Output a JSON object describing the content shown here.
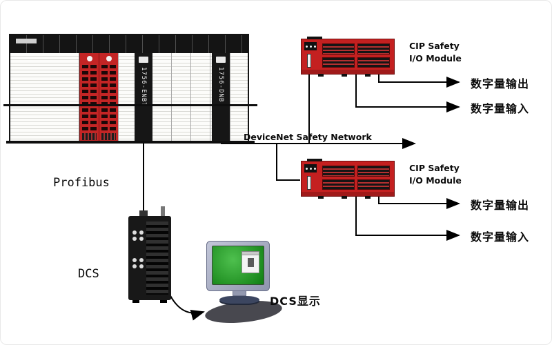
{
  "plc": {
    "enbt_module_label": "1756-ENBT",
    "dnb_module_label": "1756-DNB"
  },
  "network": {
    "devicenet_label": "DeviceNet Safety Network",
    "profibus_label": "Profibus"
  },
  "cip_modules": [
    {
      "title_line1": "CIP Safety",
      "title_line2": "I/O Module",
      "output_label": "数字量输出",
      "input_label": "数字量输入"
    },
    {
      "title_line1": "CIP Safety",
      "title_line2": "I/O Module",
      "output_label": "数字量输出",
      "input_label": "数字量输入"
    }
  ],
  "dcs": {
    "gateway_label": "DCS",
    "display_label": "DCS显示"
  },
  "colors": {
    "safety_red": "#c32525",
    "chassis_black": "#141414",
    "screen_green": "#169a16",
    "line_color": "#000000"
  }
}
